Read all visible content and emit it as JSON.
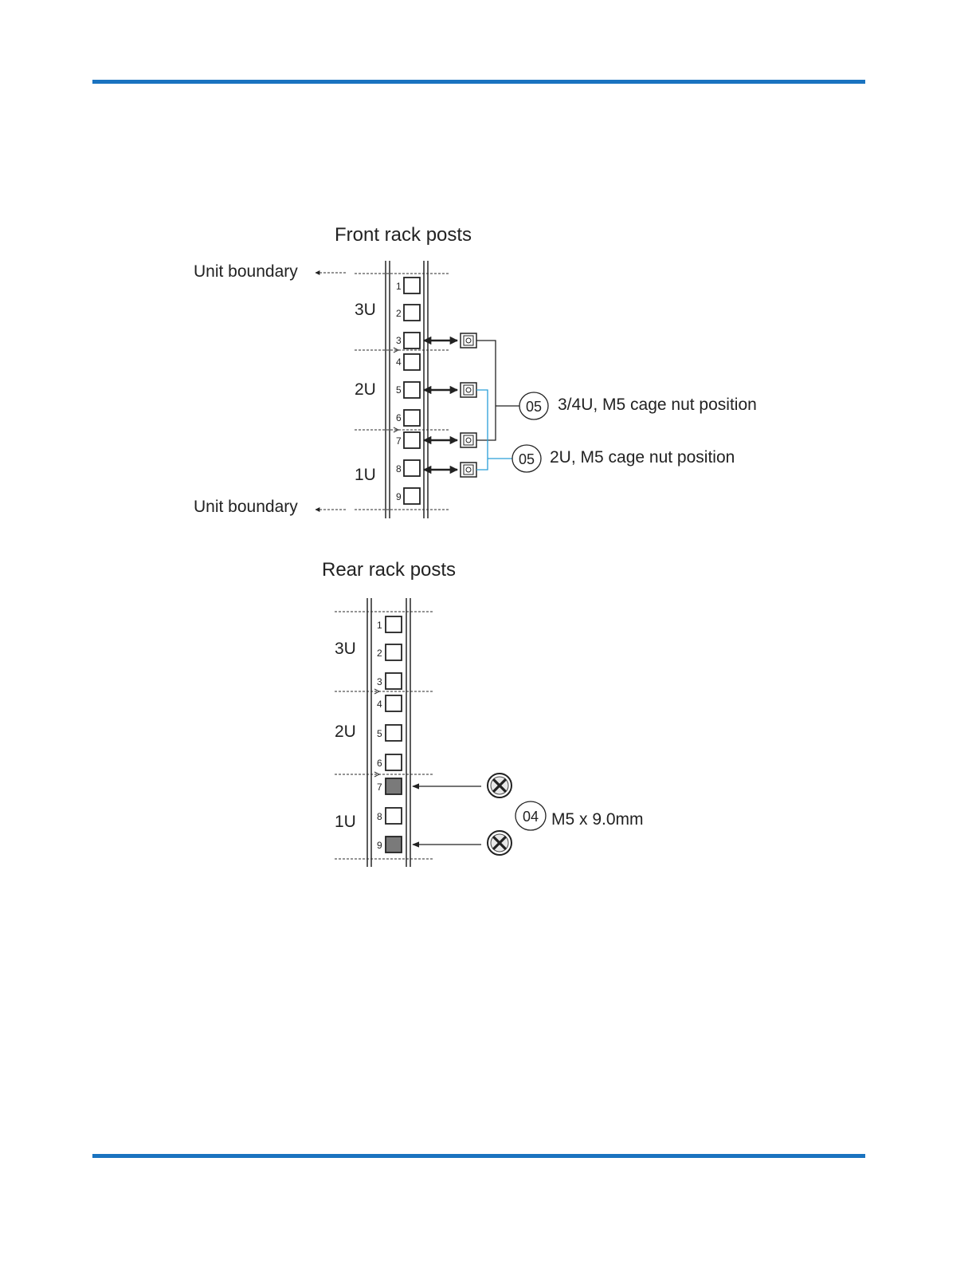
{
  "document": {
    "rule_color": "#1a73c0"
  },
  "front": {
    "title": "Front rack posts",
    "unit_boundary_top": "Unit boundary",
    "unit_boundary_bottom": "Unit boundary",
    "units": [
      "3U",
      "2U",
      "1U"
    ],
    "holes": [
      "1",
      "2",
      "3",
      "4",
      "5",
      "6",
      "7",
      "8",
      "9"
    ],
    "callout_a": {
      "badge": "05",
      "text": "3/4U, M5 cage nut position"
    },
    "callout_b": {
      "badge": "05",
      "text": "2U, M5 cage nut position"
    },
    "leader_color_b": "#2a9fd8"
  },
  "rear": {
    "title": "Rear rack posts",
    "units": [
      "3U",
      "2U",
      "1U"
    ],
    "holes": [
      "1",
      "2",
      "3",
      "4",
      "5",
      "6",
      "7",
      "8",
      "9"
    ],
    "filled_holes": [
      "7",
      "9"
    ],
    "screw_callout": {
      "badge": "04",
      "text": "M5 x 9.0mm"
    },
    "screw_icon": "phillips-screw-icon"
  }
}
